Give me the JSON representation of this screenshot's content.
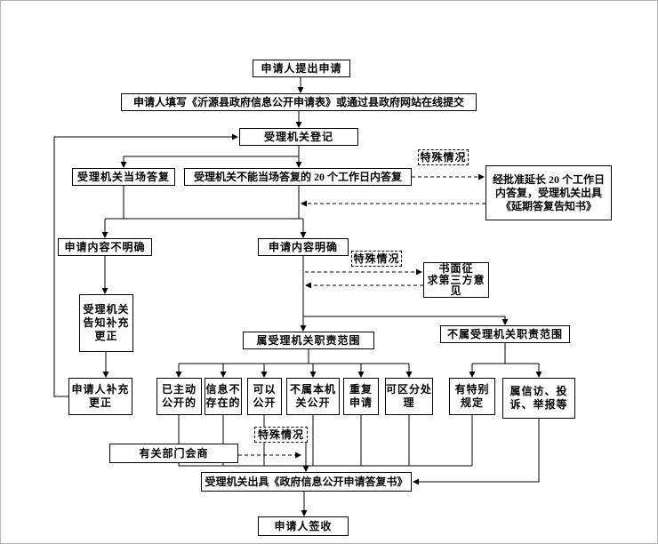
{
  "colors": {
    "line": "#000000",
    "box_border": "#000000",
    "box_background": "#ffffff",
    "canvas_border": "#b3b3b3",
    "text": "#000000"
  },
  "flowchart": {
    "nodes": {
      "apply": {
        "label": "申请人提出申请"
      },
      "fill_form": {
        "label": "申请人填写《沂源县政府信息公开申请表》或通过县政府网站在线提交"
      },
      "register": {
        "label": "受理机关登记"
      },
      "onspot_reply": {
        "label": "受理机关当场答复"
      },
      "within20": {
        "label": "受理机关不能当场答复的 20 个工作日内答复"
      },
      "special1": {
        "label": "特殊情况",
        "style": "dashed"
      },
      "extension": {
        "label": "经批准延长 20 个工作日\n内答复，受理机关出具\n《延期答复告知书》"
      },
      "unclear": {
        "label": "申请内容不明确"
      },
      "clear": {
        "label": "申请内容明确"
      },
      "special2": {
        "label": "特殊情况",
        "style": "dashed"
      },
      "third_party": {
        "label": "书面征\n求第三方意\n见"
      },
      "notify_correct": {
        "label": "受理机关\n告知补充\n更正"
      },
      "applicant_correct": {
        "label": "申请人补充\n更正"
      },
      "in_scope": {
        "label": "属受理机关职责范围"
      },
      "out_scope": {
        "label": "不属受理机关职责范围"
      },
      "already_public": {
        "label": "已主动\n公开的"
      },
      "not_exist": {
        "label": "信息不\n存在的"
      },
      "can_public": {
        "label": "可以\n公开"
      },
      "not_this_org": {
        "label": "不属本机\n关公开"
      },
      "repeat": {
        "label": "重复\n申请"
      },
      "separable": {
        "label": "可区分处\n理"
      },
      "special_rule": {
        "label": "有特别\n规定"
      },
      "petition": {
        "label": "属信访、投\n诉、举报等"
      },
      "special3": {
        "label": "特殊情况",
        "style": "dashed"
      },
      "consult": {
        "label": "有关部门会商"
      },
      "reply_doc": {
        "label": "受理机关出具《政府信息公开申请答复书》"
      },
      "sign": {
        "label": "申请人签收"
      }
    },
    "edges": [
      {
        "from": "apply",
        "to": "fill_form",
        "style": "solid"
      },
      {
        "from": "fill_form",
        "to": "register",
        "style": "solid"
      },
      {
        "from": "register",
        "to": "onspot_reply",
        "style": "solid"
      },
      {
        "from": "register",
        "to": "within20",
        "style": "solid"
      },
      {
        "from": "within20",
        "to": "extension",
        "style": "dashed",
        "label_node": "special1"
      },
      {
        "from": "extension",
        "to": "within20",
        "style": "dashed"
      },
      {
        "from": "onspot_reply",
        "to": "unclear",
        "style": "solid"
      },
      {
        "from": "within20",
        "to": "clear",
        "style": "solid"
      },
      {
        "from": "unclear",
        "to": "notify_correct",
        "style": "solid"
      },
      {
        "from": "notify_correct",
        "to": "applicant_correct",
        "style": "solid"
      },
      {
        "from": "applicant_correct",
        "to": "register",
        "style": "solid"
      },
      {
        "from": "clear",
        "to": "third_party",
        "style": "dashed",
        "label_node": "special2"
      },
      {
        "from": "third_party",
        "to": "clear",
        "style": "dashed"
      },
      {
        "from": "clear",
        "to": "in_scope",
        "style": "solid"
      },
      {
        "from": "clear",
        "to": "out_scope",
        "style": "solid"
      },
      {
        "from": "in_scope",
        "to": "already_public",
        "style": "solid"
      },
      {
        "from": "in_scope",
        "to": "not_exist",
        "style": "solid"
      },
      {
        "from": "in_scope",
        "to": "can_public",
        "style": "solid"
      },
      {
        "from": "in_scope",
        "to": "not_this_org",
        "style": "solid"
      },
      {
        "from": "in_scope",
        "to": "repeat",
        "style": "solid"
      },
      {
        "from": "in_scope",
        "to": "separable",
        "style": "solid"
      },
      {
        "from": "out_scope",
        "to": "special_rule",
        "style": "solid"
      },
      {
        "from": "out_scope",
        "to": "petition",
        "style": "solid"
      },
      {
        "from": "already_public",
        "to": "reply_doc",
        "style": "solid"
      },
      {
        "from": "not_exist",
        "to": "reply_doc",
        "style": "solid"
      },
      {
        "from": "can_public",
        "to": "reply_doc",
        "style": "solid",
        "label_node": "special3"
      },
      {
        "from": "not_this_org",
        "to": "reply_doc",
        "style": "solid"
      },
      {
        "from": "repeat",
        "to": "reply_doc",
        "style": "solid"
      },
      {
        "from": "separable",
        "to": "reply_doc",
        "style": "solid"
      },
      {
        "from": "special_rule",
        "to": "reply_doc",
        "style": "solid"
      },
      {
        "from": "petition",
        "to": "reply_doc",
        "style": "solid"
      },
      {
        "from": "consult",
        "to": "reply_doc",
        "style": "dashed"
      },
      {
        "from": "reply_doc",
        "to": "sign",
        "style": "solid"
      }
    ]
  }
}
